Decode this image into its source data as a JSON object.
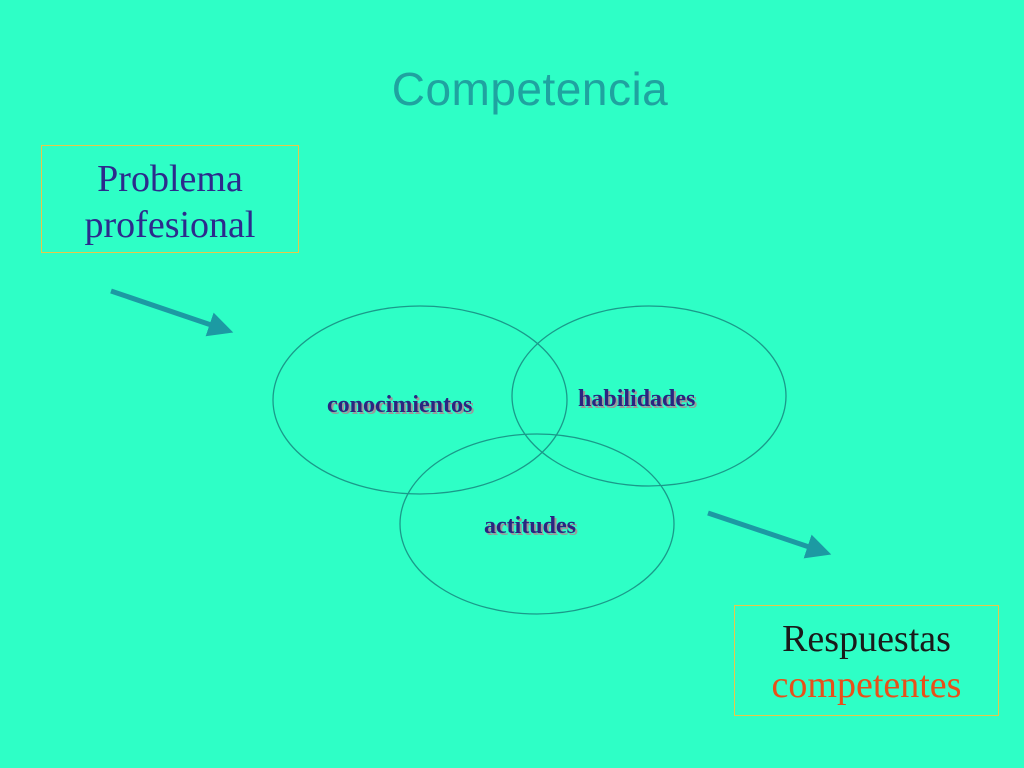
{
  "title": "Competencia",
  "problem_box": {
    "line1": "Problema",
    "line2": "profesional"
  },
  "response_box": {
    "line1": "Respuestas",
    "line2": "competentes"
  },
  "circles": {
    "knowledge": "conocimientos",
    "skills": "habilidades",
    "attitudes": "actitudes"
  },
  "colors": {
    "background": "#2effc6",
    "title": "#1fa3a0",
    "arrow": "#1c9aa3",
    "circle_stroke": "#1a9a8a",
    "label_text": "#2a2580",
    "highlight_text": "#e8501a",
    "box_border": "#e6c84a"
  },
  "icons": {
    "arrow_in": "arrow-right-down-icon",
    "arrow_out": "arrow-right-down-icon"
  }
}
